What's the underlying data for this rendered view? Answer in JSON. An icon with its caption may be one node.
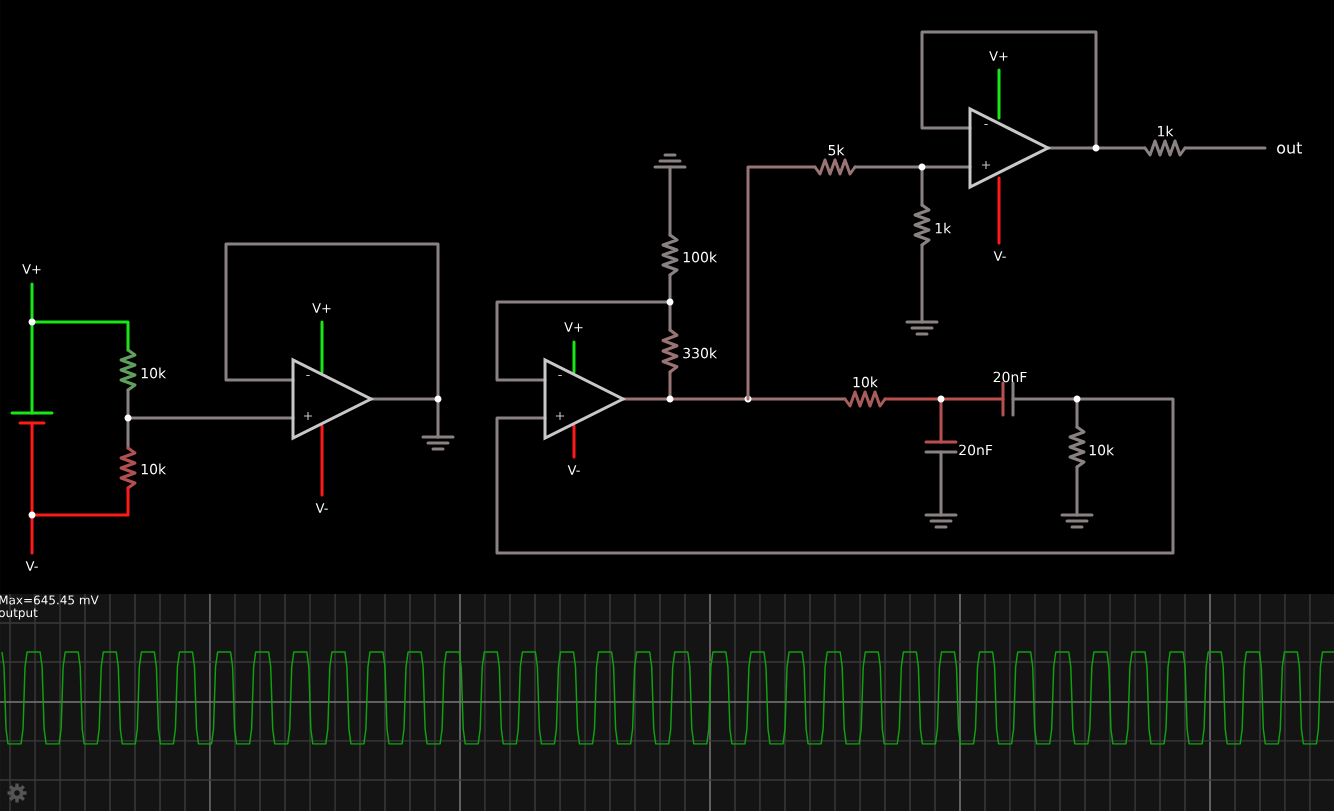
{
  "diagram": {
    "labels": [
      "V+",
      "1k",
      "-",
      "out",
      "5k",
      "+",
      "1k",
      "V-",
      "100k",
      "V+",
      "V+",
      "V+",
      "330k",
      "10k",
      "-",
      "-",
      "20nF",
      "10k",
      "+",
      "+",
      "V-",
      "20nF",
      "10k",
      "10k",
      "V-",
      "V-",
      "Max=645.45 mV",
      "output"
    ]
  }
}
